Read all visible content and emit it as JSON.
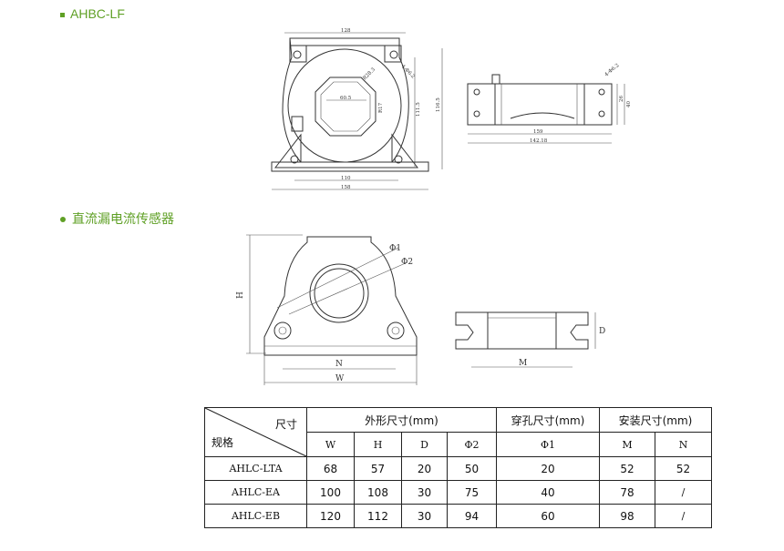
{
  "sections": {
    "ahbc_title": "AHBC-LF",
    "dc_title": "直流漏电流传感器"
  },
  "drawing1": {
    "labels": [
      "128",
      "4-Φ6.2",
      "R28.3",
      "60.5",
      "116.5",
      "111.5",
      "R17",
      "110",
      "158",
      "4-Φ6.2",
      "159",
      "142.18",
      "26",
      "40"
    ]
  },
  "drawing2": {
    "labels": [
      "Φ1",
      "Φ2",
      "H",
      "N",
      "W",
      "D",
      "M"
    ]
  },
  "table": {
    "header_size": "尺寸",
    "header_model": "规格",
    "group_outline": "外形尺寸(mm)",
    "group_hole": "穿孔尺寸(mm)",
    "group_install": "安装尺寸(mm)",
    "cols": [
      "W",
      "H",
      "D",
      "Φ2",
      "Φ1",
      "M",
      "N"
    ],
    "rows": [
      {
        "model": "AHLC-LTA",
        "values": [
          "68",
          "57",
          "20",
          "50",
          "20",
          "52",
          "52"
        ]
      },
      {
        "model": "AHLC-EA",
        "values": [
          "100",
          "108",
          "30",
          "75",
          "40",
          "78",
          "/"
        ]
      },
      {
        "model": "AHLC-EB",
        "values": [
          "120",
          "112",
          "30",
          "94",
          "60",
          "98",
          "/"
        ]
      }
    ]
  }
}
